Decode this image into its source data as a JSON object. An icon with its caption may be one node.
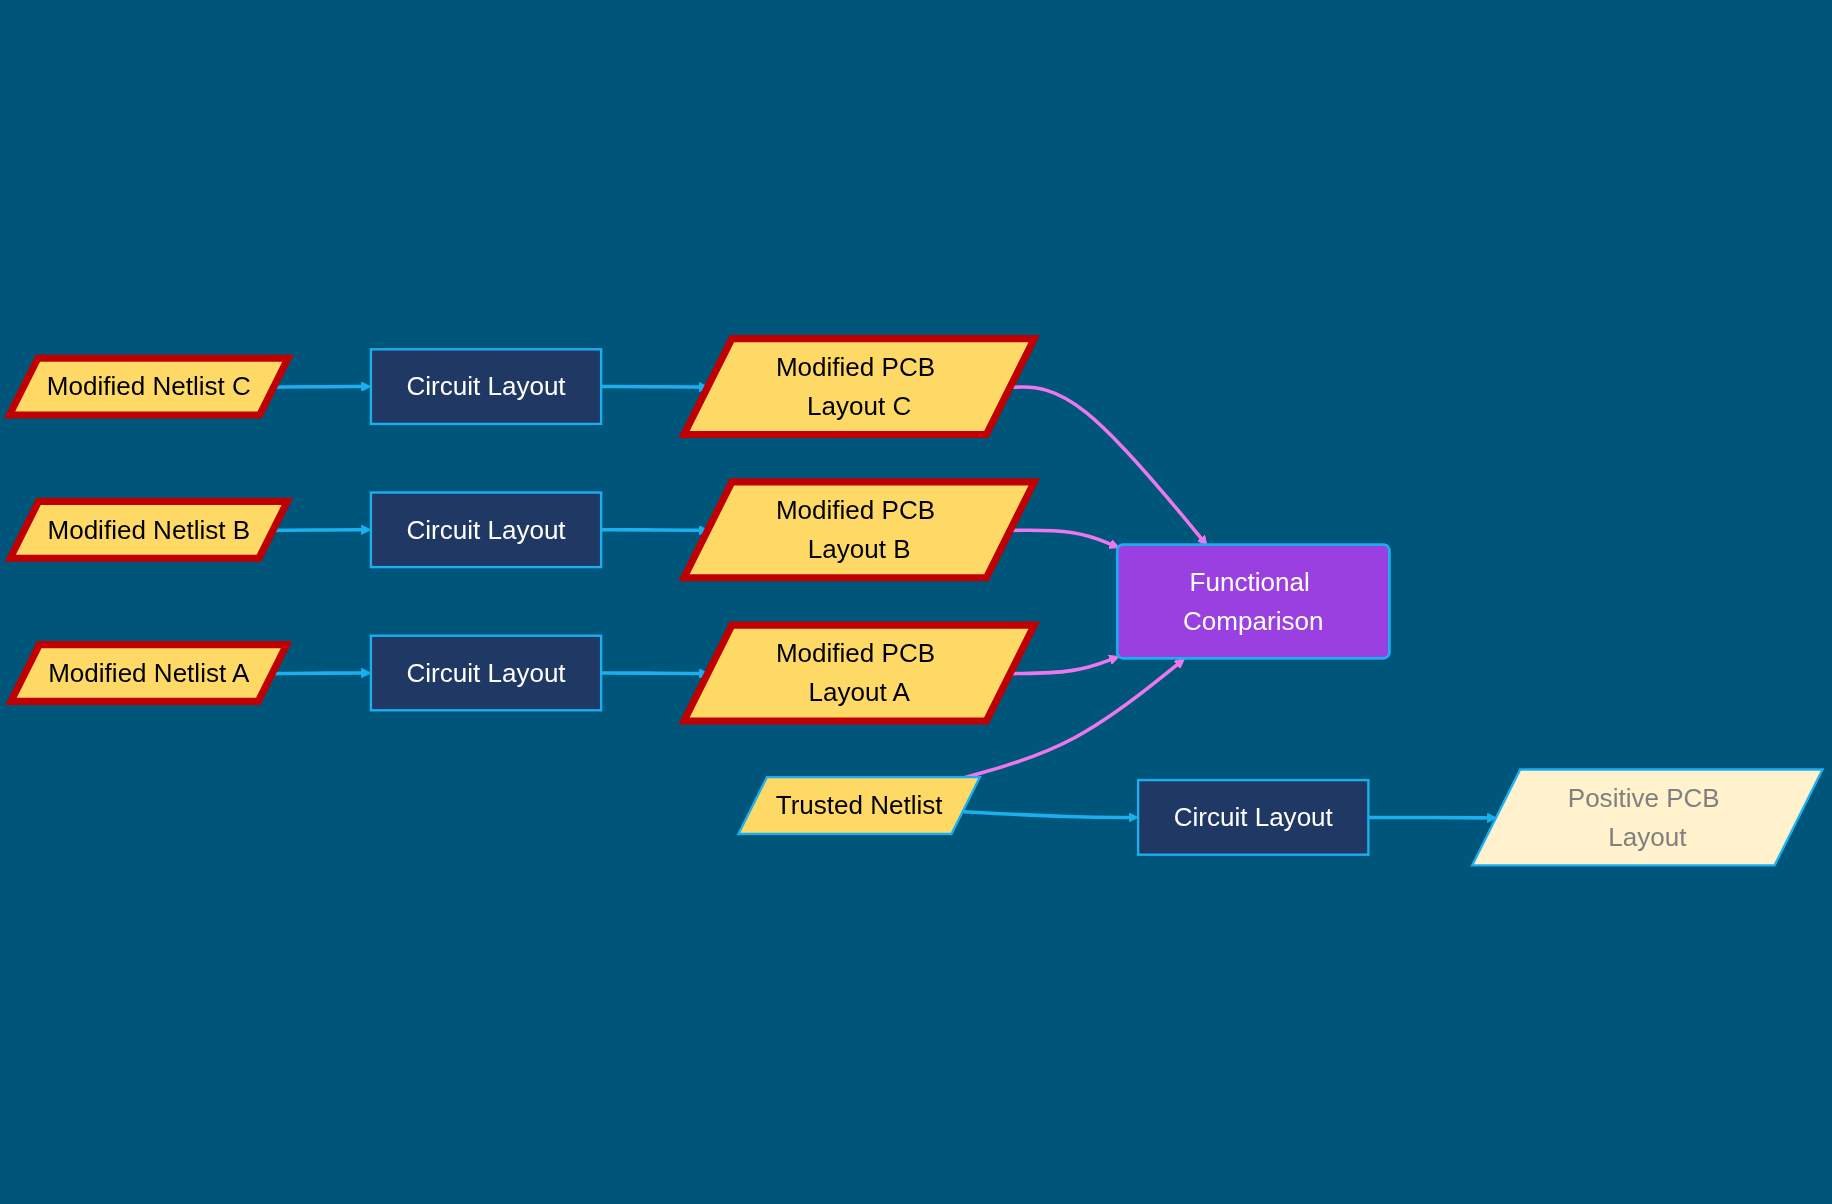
{
  "diagram": {
    "nodes": [
      {
        "text": [
          "Functional Comparison"
        ]
      },
      {
        "text": [
          "Trusted Netlist"
        ]
      },
      {
        "text": [
          "Circuit Layout"
        ]
      },
      {
        "text": [
          "Positive PCB Layout"
        ]
      },
      {
        "text": [
          "Modified Netlist A"
        ]
      },
      {
        "text": [
          "Circuit Layout"
        ]
      },
      {
        "text": [
          "Modified PCB Layout A"
        ]
      },
      {
        "text": [
          "Modified Netlist B"
        ]
      },
      {
        "text": [
          "Circuit Layout"
        ]
      },
      {
        "text": [
          "Modified PCB Layout B"
        ]
      },
      {
        "text": [
          "Modified Netlist C"
        ]
      },
      {
        "text": [
          "Circuit Layout"
        ]
      },
      {
        "text": [
          "Modified PCB Layout C"
        ]
      }
    ],
    "edges": [
      {
        "from": 1,
        "to": 0,
        "arrow": "to",
        "color": "#ee77ee"
      },
      {
        "from": 1,
        "to": 2,
        "arrow": "to"
      },
      {
        "from": 2,
        "to": 3,
        "arrow": "to"
      },
      {
        "from": 4,
        "to": 5,
        "arrow": "to"
      },
      {
        "from": 5,
        "to": 6,
        "arrow": "to"
      },
      {
        "from": 7,
        "to": 8,
        "arrow": "to"
      },
      {
        "from": 8,
        "to": 9,
        "arrow": "to"
      },
      {
        "from": 10,
        "to": 11,
        "arrow": "to"
      },
      {
        "from": 11,
        "to": 12,
        "arrow": "to"
      },
      {
        "from": 6,
        "to": 0,
        "arrow": "to",
        "color": "#ee77ee"
      },
      {
        "from": 9,
        "to": 0,
        "arrow": "to",
        "color": "#ee77ee"
      },
      {
        "from": 12,
        "to": 0,
        "arrow": "to",
        "color": "#ee77ee"
      }
    ]
  }
}
